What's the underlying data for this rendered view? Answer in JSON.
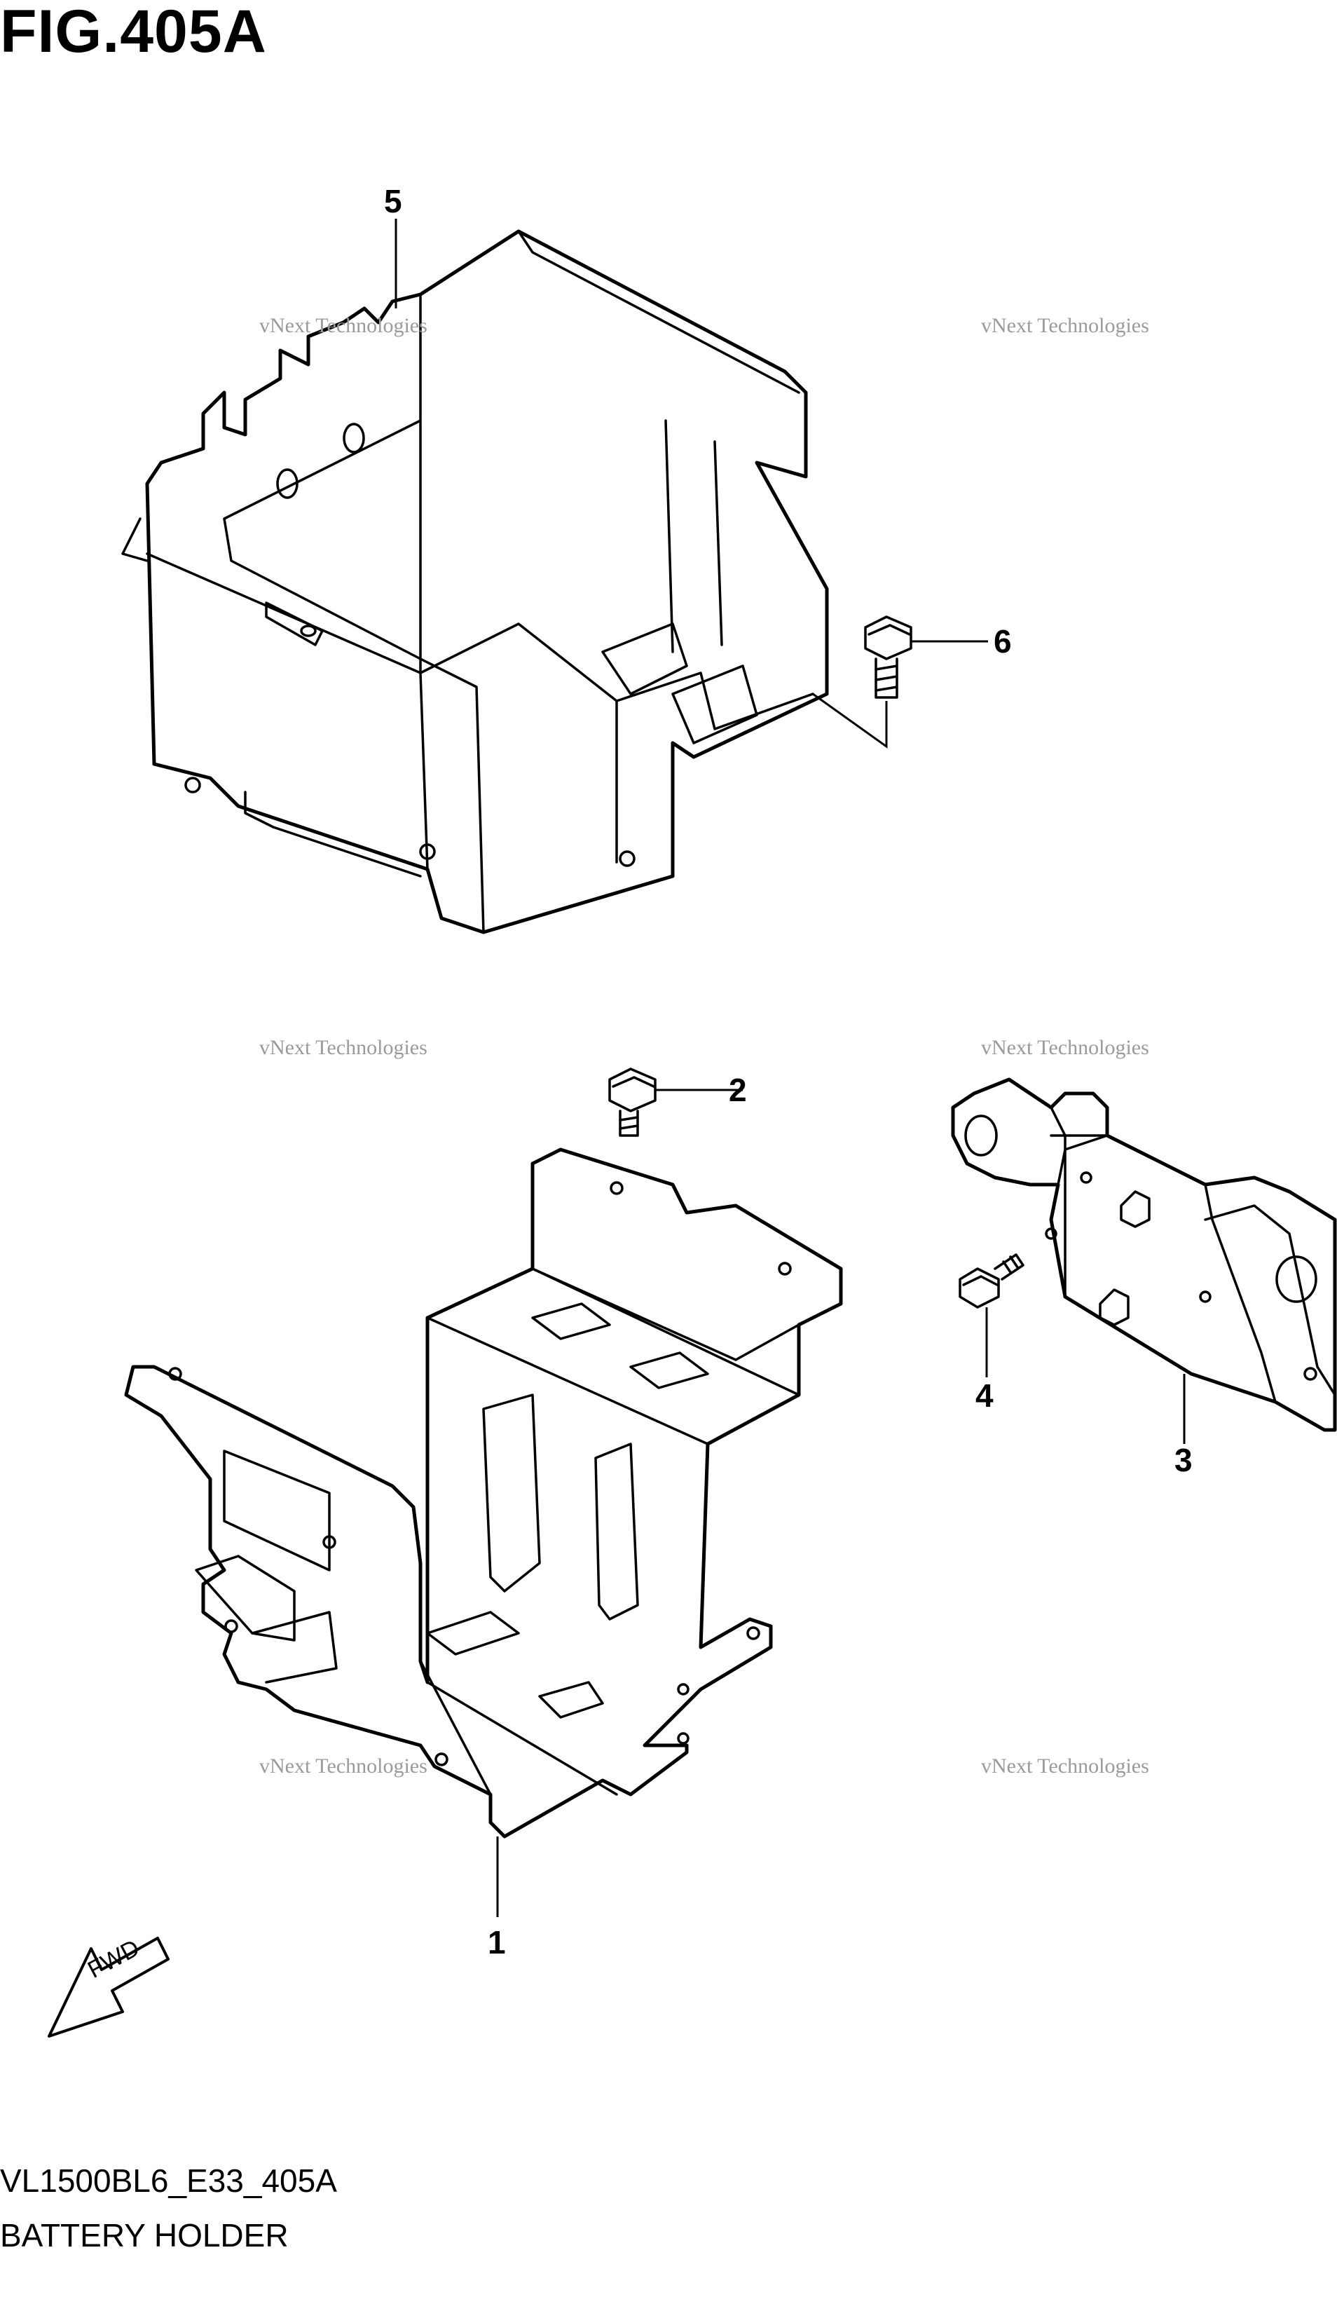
{
  "figure": {
    "title": "FIG.405A",
    "code": "VL1500BL6_E33_405A",
    "name": "BATTERY HOLDER"
  },
  "callouts": [
    {
      "id": "1",
      "label": "1"
    },
    {
      "id": "2",
      "label": "2"
    },
    {
      "id": "3",
      "label": "3"
    },
    {
      "id": "4",
      "label": "4"
    },
    {
      "id": "5",
      "label": "5"
    },
    {
      "id": "6",
      "label": "6"
    }
  ],
  "fwd_label": "FWD",
  "watermark": {
    "line1": "vNext Technologies",
    "line2": "vNext Technologies"
  }
}
